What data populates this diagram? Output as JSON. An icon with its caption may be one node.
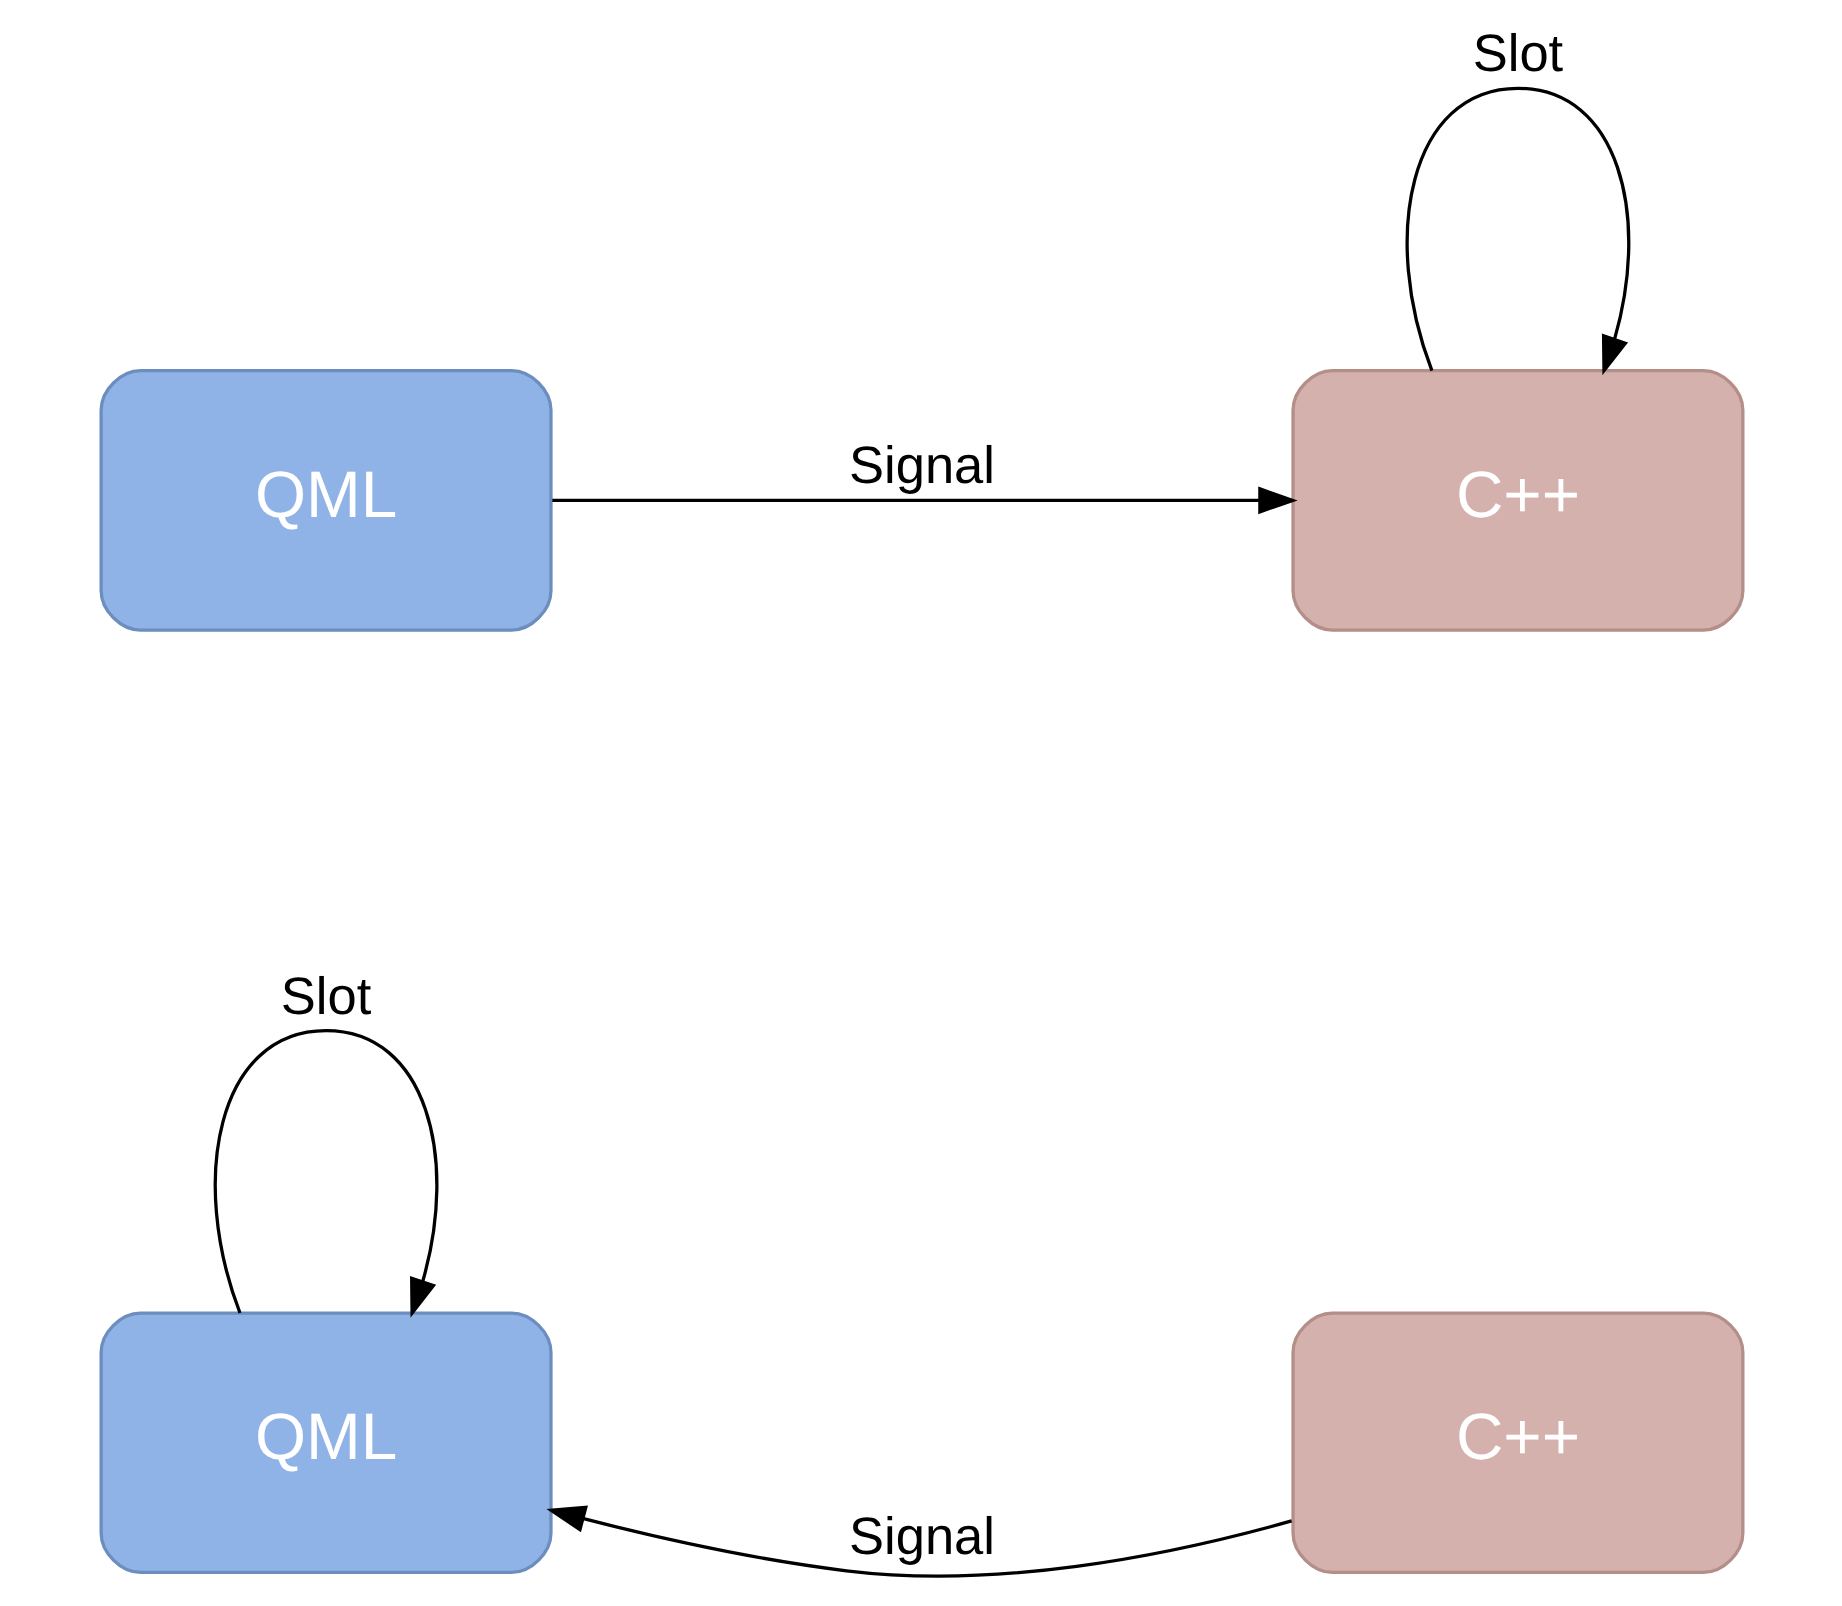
{
  "diagram": {
    "nodes": [
      {
        "text": [
          "QML"
        ]
      },
      {
        "text": [
          "C++"
        ]
      },
      {
        "text": [
          "QML"
        ]
      },
      {
        "text": [
          "C++"
        ]
      }
    ],
    "edges": [
      {
        "from": 0,
        "to": 1,
        "arrow": "to",
        "label": "Signal"
      },
      {
        "from": 1,
        "to": 1,
        "arrow": "to",
        "label": "Slot"
      },
      {
        "from": 2,
        "to": 2,
        "arrow": "to",
        "label": "Slot"
      },
      {
        "from": 3,
        "to": 2,
        "arrow": "to",
        "label": "Signal"
      }
    ]
  }
}
